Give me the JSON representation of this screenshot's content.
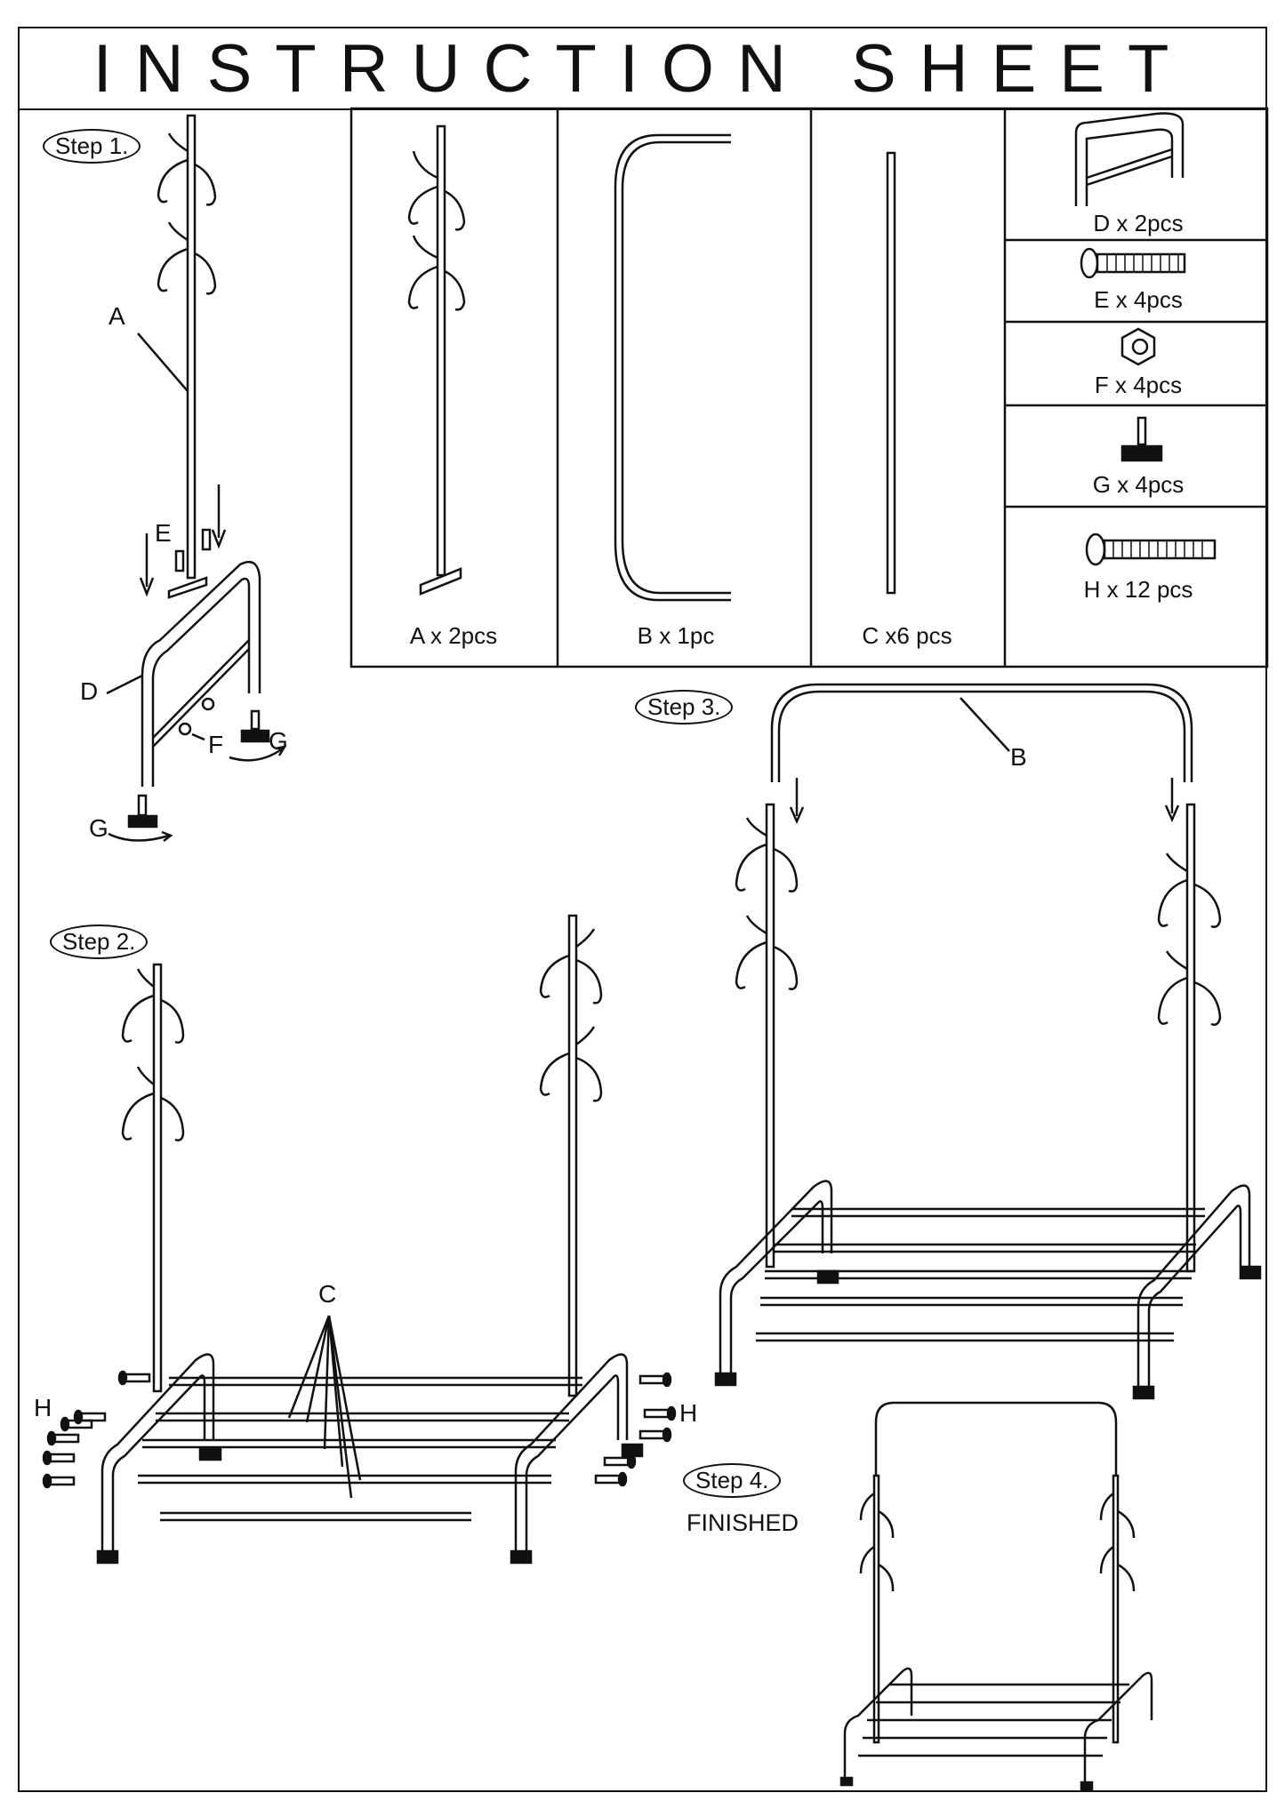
{
  "title": "INSTRUCTION SHEET",
  "steps": {
    "step1": "Step 1.",
    "step2": "Step 2.",
    "step3": "Step 3.",
    "step4": "Step 4.",
    "finished": "FINISHED"
  },
  "parts": {
    "a": "A x 2pcs",
    "b": "B x 1pc",
    "c": "C x6 pcs",
    "d": "D x 2pcs",
    "e": "E x 4pcs",
    "f": "F x 4pcs",
    "g": "G x 4pcs",
    "h": "H  x 12 pcs"
  },
  "callouts": {
    "A": "A",
    "B": "B",
    "C": "C",
    "D": "D",
    "E": "E",
    "F": "F",
    "G1": "G",
    "G2": "G",
    "H1": "H",
    "H2": "H"
  }
}
